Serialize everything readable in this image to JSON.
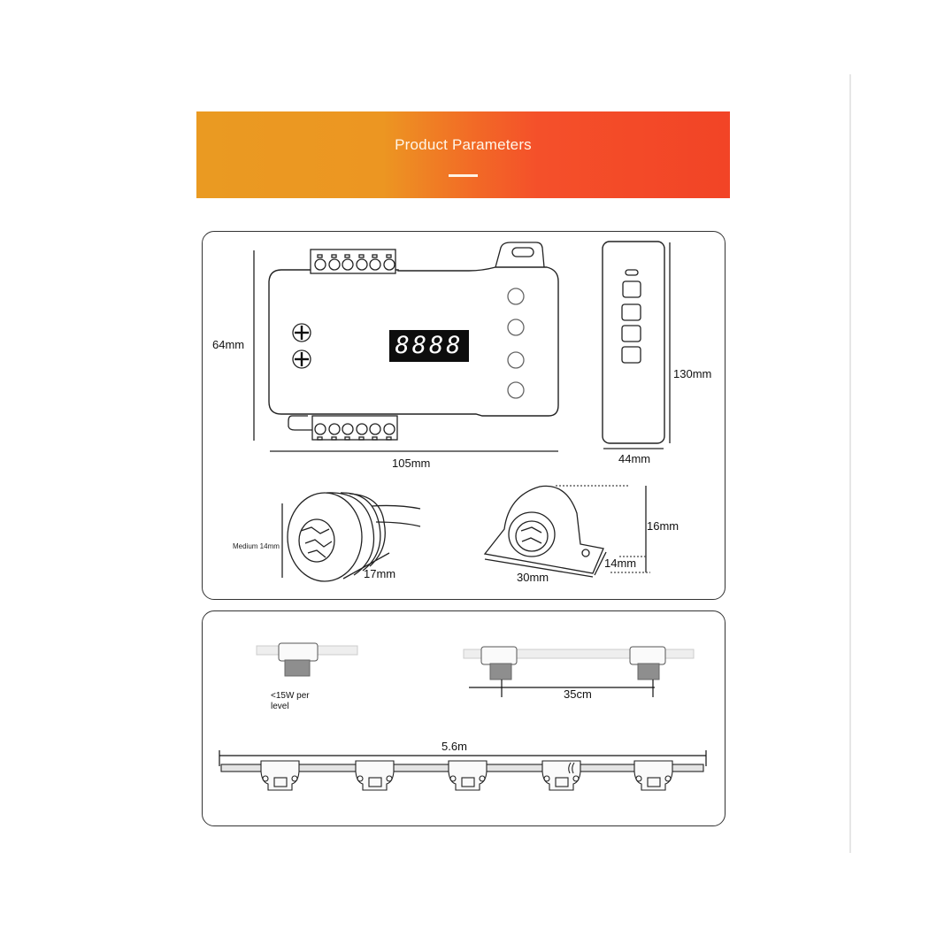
{
  "banner": {
    "title": "Product Parameters",
    "gradient_colors": [
      "#ea9a22",
      "#f26a26",
      "#f24426"
    ]
  },
  "controller": {
    "display_digits": "8888",
    "height_label": "64mm",
    "width_label": "105mm",
    "terminal_count_top": 6,
    "terminal_count_bottom": 6,
    "button_count": 4,
    "adjust_knob_count": 2
  },
  "remote": {
    "height_label": "130mm",
    "width_label": "44mm",
    "button_count": 4
  },
  "round_sensor": {
    "diameter_label": "Medium 14mm",
    "depth_label": "17mm"
  },
  "mount_sensor": {
    "height_label": "16mm",
    "depth_label": "14mm",
    "length_label": "30mm"
  },
  "strip": {
    "power_note": "<15W per level",
    "spacing_label": "35cm",
    "total_length_label": "5.6m",
    "module_count": 5
  }
}
